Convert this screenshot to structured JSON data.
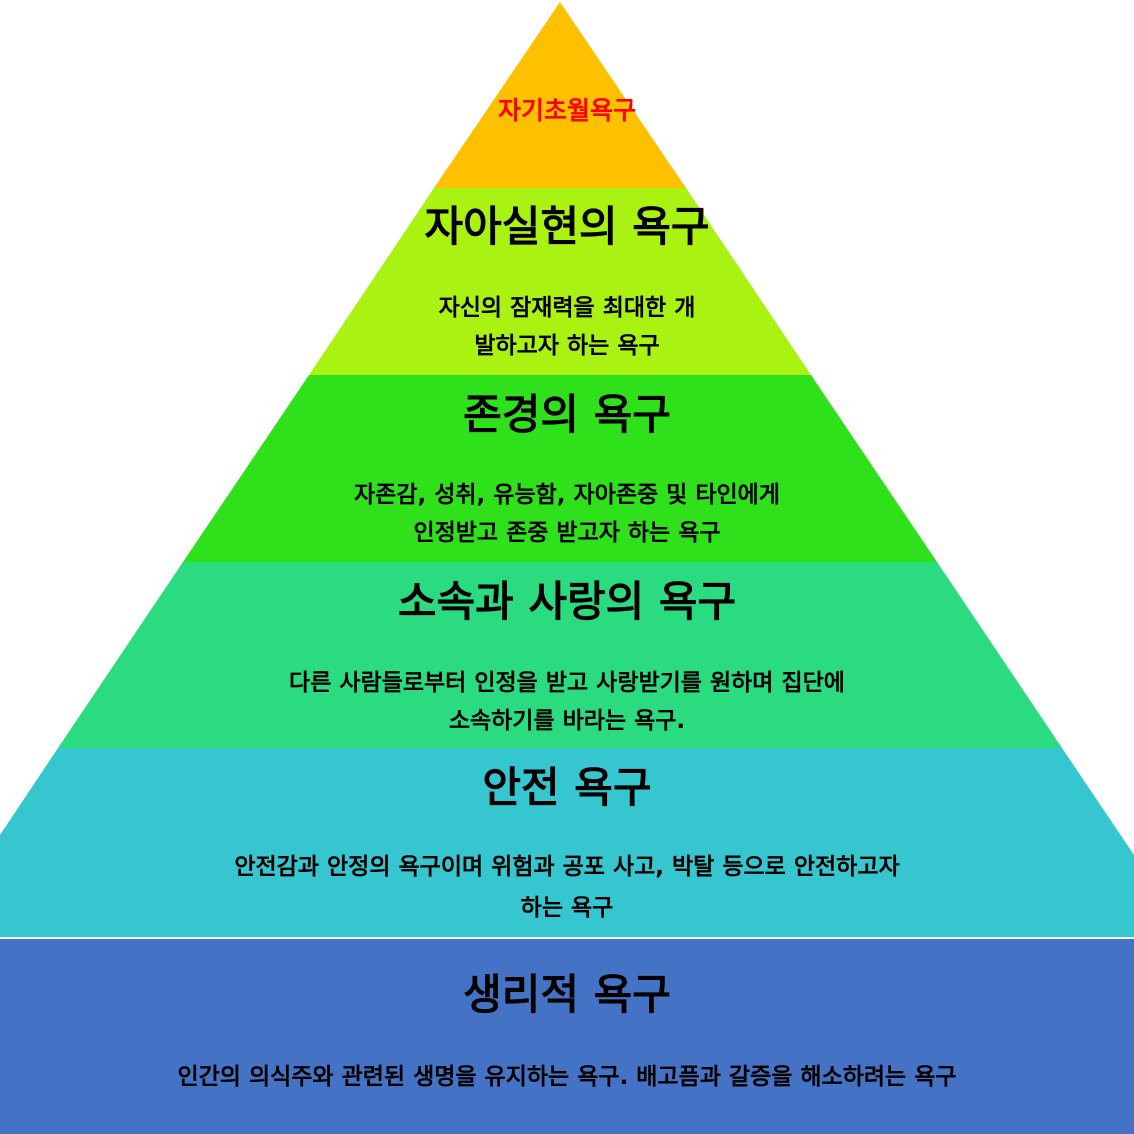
{
  "colors": {
    "level6": "#FFC000",
    "level5": "#A9F211",
    "level4": "#2EE11B",
    "level3": "#2BDB80",
    "level2": "#36C6D0",
    "level1": "#4472C4",
    "top_title": "#FF0000",
    "text": "#000000"
  },
  "levels": [
    {
      "title": "자기초월욕구"
    },
    {
      "title": "자아실현의 욕구",
      "desc": [
        "자신의 잠재력을 최대한 개",
        "발하고자 하는 욕구"
      ]
    },
    {
      "title": "존경의 욕구",
      "desc": [
        "자존감, 성취, 유능함, 자아존중 및 타인에게",
        "인정받고 존중 받고자 하는 욕구"
      ]
    },
    {
      "title": "소속과 사랑의 욕구",
      "desc": [
        "다른 사람들로부터 인정을 받고 사랑받기를 원하며 집단에",
        "소속하기를 바라는 욕구."
      ]
    },
    {
      "title": "안전 욕구",
      "desc": [
        "안전감과 안정의 욕구이며 위험과 공포 사고, 박탈 등으로 안전하고자",
        "하는 욕구"
      ]
    },
    {
      "title": "생리적 욕구",
      "desc": [
        "인간의 의식주와 관련된 생명을 유지하는 욕구. 배고픔과 갈증을 해소하려는 욕구"
      ]
    }
  ]
}
